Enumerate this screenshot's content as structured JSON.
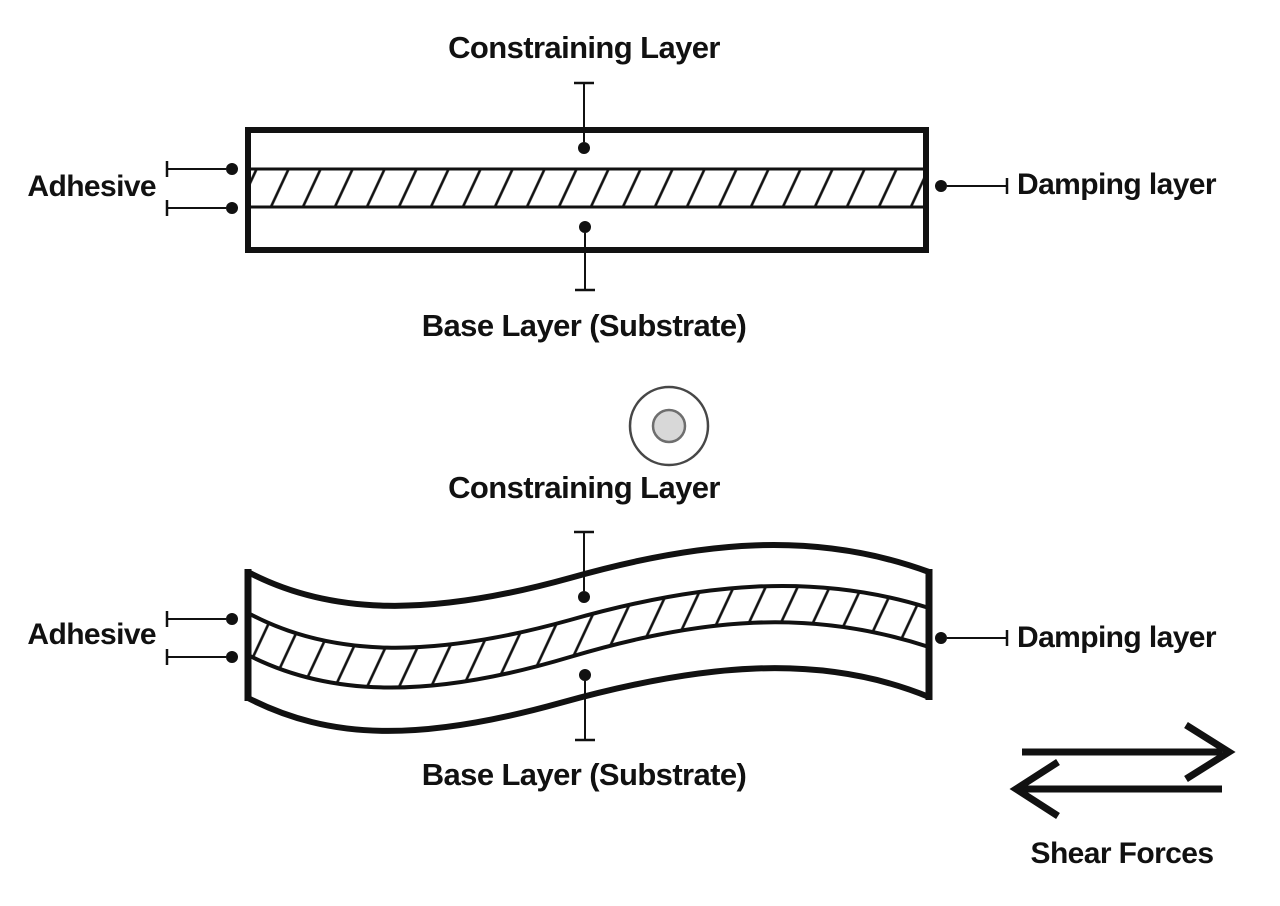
{
  "figure": {
    "description": "Constrained layer damping diagram: flat sandwich (top) and sheared sandwich (bottom)",
    "top_diagram": {
      "title": "Constraining Layer",
      "left_label": "Adhesive",
      "right_label": "Damping layer",
      "bottom_label": "Base Layer (Substrate)"
    },
    "bottom_diagram": {
      "title": "Constraining Layer",
      "left_label": "Adhesive",
      "right_label": "Damping layer",
      "bottom_label": "Base Layer (Substrate)",
      "shear_label": "Shear Forces"
    },
    "palette": {
      "ink": "#111111",
      "background": "#ffffff",
      "circle_outer_stroke": "#474747",
      "circle_inner_fill": "#d8d8d8",
      "circle_inner_stroke": "#6e6e6e"
    }
  }
}
